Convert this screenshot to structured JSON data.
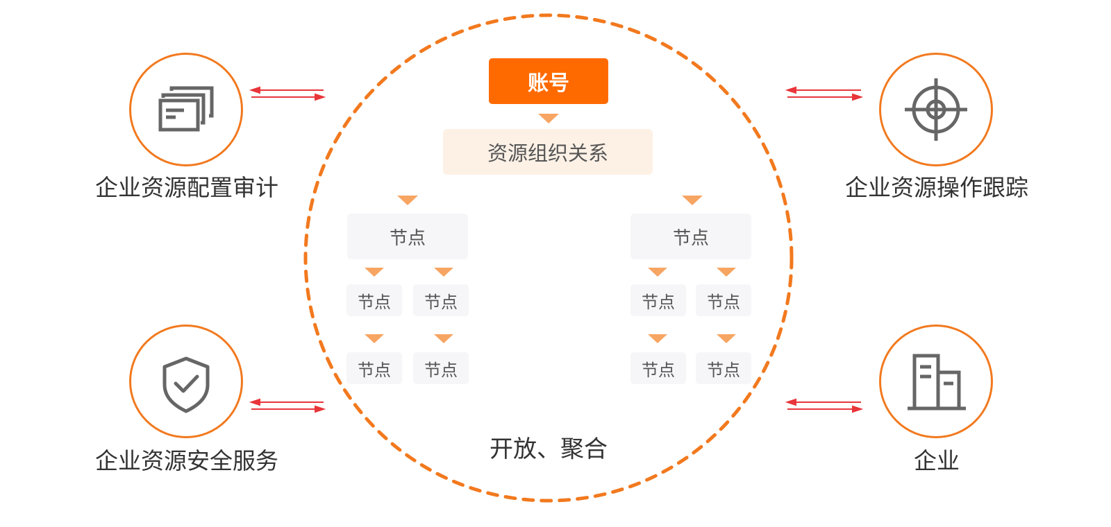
{
  "colors": {
    "accent": "#ff6a00",
    "accent_line": "#f2791e",
    "arrow": "#e8353a",
    "org_bg": "#fdf1e6",
    "node_bg": "#f6f6f8",
    "triangle": "#f7a562",
    "icon_gray": "#666666",
    "text": "#333333"
  },
  "center": {
    "account": "账号",
    "org_relation": "资源组织关系",
    "caption": "开放、聚合",
    "node_label": "节点",
    "tree_left": {
      "root": "节点",
      "level2": [
        "节点",
        "节点"
      ],
      "level3": [
        "节点",
        "节点"
      ]
    },
    "tree_right": {
      "root": "节点",
      "level2": [
        "节点",
        "节点"
      ],
      "level3": [
        "节点",
        "节点"
      ]
    }
  },
  "features": [
    {
      "label": "企业资源配置审计",
      "icon": "config-window-icon"
    },
    {
      "label": "企业资源操作跟踪",
      "icon": "target-crosshair-icon"
    },
    {
      "label": "企业资源安全服务",
      "icon": "shield-check-icon"
    },
    {
      "label": "企业",
      "icon": "building-icon"
    }
  ]
}
